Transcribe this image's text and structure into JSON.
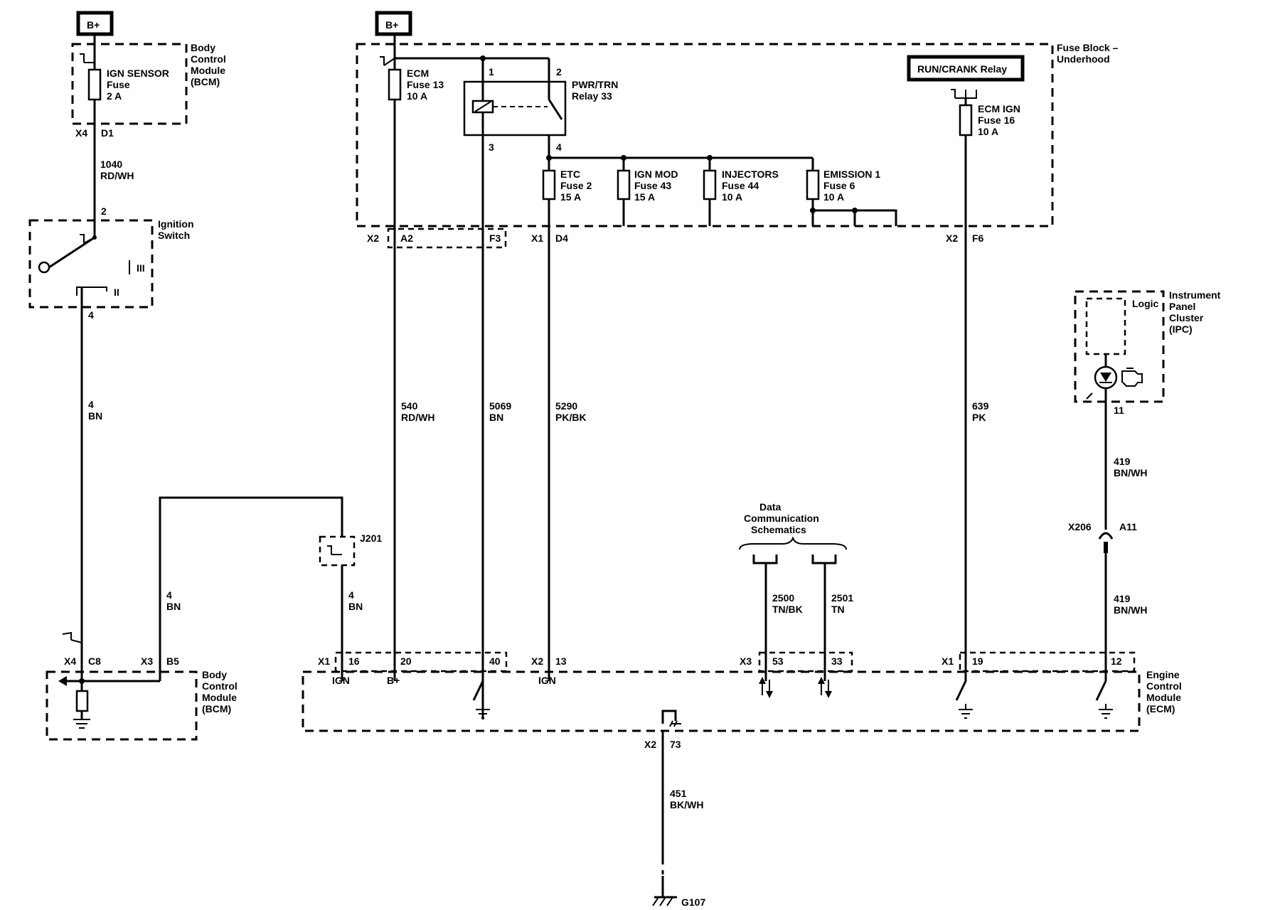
{
  "bplus_left": "B+",
  "bplus_mid": "B+",
  "bcm_top": {
    "l1": "Body",
    "l2": "Control",
    "l3": "Module",
    "l4": "(BCM)"
  },
  "ign_sensor_fuse": {
    "l1": "IGN SENSOR",
    "l2": "Fuse",
    "l3": "2 A"
  },
  "bcm_top_conn": {
    "x": "X4",
    "pin": "D1"
  },
  "wire_1040": {
    "num": "1040",
    "color": "RD/WH"
  },
  "ign_switch": {
    "pin_in": "2",
    "l1": "Ignition",
    "l2": "Switch",
    "pos3": "III",
    "pos2": "II",
    "pin_out": "4"
  },
  "wire_4bn_left": {
    "num": "4",
    "color": "BN"
  },
  "wire_4bn_mid": {
    "num": "4",
    "color": "BN"
  },
  "wire_4bn_j201": {
    "num": "4",
    "color": "BN"
  },
  "j201": "J201",
  "bcm_bottom": {
    "l1": "Body",
    "l2": "Control",
    "l3": "Module",
    "l4": "(BCM)",
    "x4": "X4",
    "c8": "C8",
    "x3": "X3",
    "b5": "B5"
  },
  "fuse_block": {
    "l1": "Fuse Block –",
    "l2": "Underhood"
  },
  "ecm_fuse": {
    "l1": "ECM",
    "l2": "Fuse 13",
    "l3": "10 A"
  },
  "relay": {
    "l1": "PWR/TRN",
    "l2": "Relay 33",
    "p1": "1",
    "p2": "2",
    "p3": "3",
    "p4": "4"
  },
  "run_crank": "RUN/CRANK Relay",
  "ecm_ign_fuse": {
    "l1": "ECM IGN",
    "l2": "Fuse 16",
    "l3": "10 A"
  },
  "etc_fuse": {
    "l1": "ETC",
    "l2": "Fuse 2",
    "l3": "15 A"
  },
  "ignmod_fuse": {
    "l1": "IGN MOD",
    "l2": "Fuse 43",
    "l3": "15 A"
  },
  "injectors_fuse": {
    "l1": "INJECTORS",
    "l2": "Fuse 44",
    "l3": "10 A"
  },
  "emission_fuse": {
    "l1": "EMISSION 1",
    "l2": "Fuse 6",
    "l3": "10 A"
  },
  "fb_conn_x2": {
    "x": "X2",
    "a2": "A2",
    "f3": "F3"
  },
  "fb_conn_x1": {
    "x": "X1",
    "d4": "D4"
  },
  "fb_conn_x2r": {
    "x": "X2",
    "f6": "F6"
  },
  "wire_540": {
    "num": "540",
    "color": "RD/WH"
  },
  "wire_5069": {
    "num": "5069",
    "color": "BN"
  },
  "wire_5290": {
    "num": "5290",
    "color": "PK/BK"
  },
  "wire_639": {
    "num": "639",
    "color": "PK"
  },
  "ipc": {
    "l1": "Instrument",
    "l2": "Panel",
    "l3": "Cluster",
    "l4": "(IPC)",
    "logic": "Logic",
    "pin": "11"
  },
  "wire_419_top": {
    "num": "419",
    "color": "BN/WH"
  },
  "x206": {
    "x": "X206",
    "pin": "A11"
  },
  "wire_419_bot": {
    "num": "419",
    "color": "BN/WH"
  },
  "data_comm": {
    "l1": "Data",
    "l2": "Communication",
    "l3": "Schematics"
  },
  "wire_2500": {
    "num": "2500",
    "color": "TN/BK"
  },
  "wire_2501": {
    "num": "2501",
    "color": "TN"
  },
  "ecm": {
    "l1": "Engine",
    "l2": "Control",
    "l3": "Module",
    "l4": "(ECM)"
  },
  "ecm_conn": {
    "x1a": "X1",
    "p16": "16",
    "p20": "20",
    "p40": "40",
    "x2": "X2",
    "p13": "13",
    "x3": "X3",
    "p53": "53",
    "p33": "33",
    "x1b": "X1",
    "p19": "19",
    "p12": "12",
    "ign1": "IGN",
    "bplus": "B+",
    "ign2": "IGN"
  },
  "ground": {
    "x": "X2",
    "pin": "73",
    "num": "451",
    "color": "BK/WH",
    "g": "G107"
  }
}
